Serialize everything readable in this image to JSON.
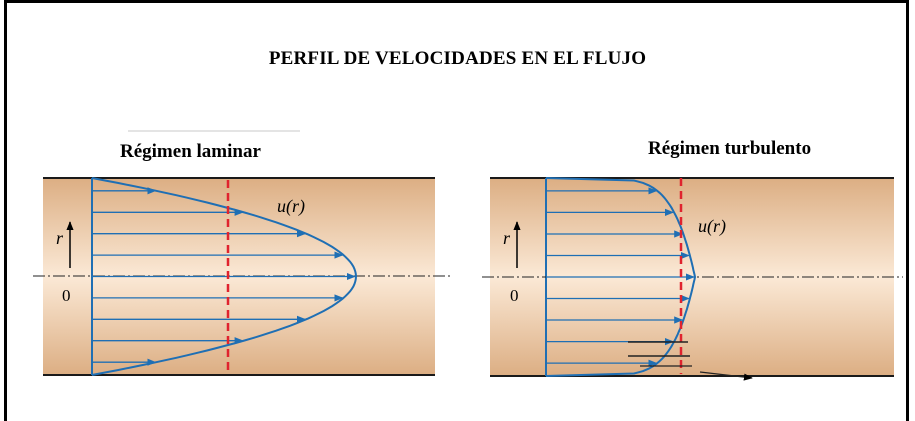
{
  "title": "PERFIL DE VELOCIDADES EN EL FLUJO",
  "panels": {
    "laminar": {
      "heading": "Régimen laminar",
      "velocity_label": "u(r)",
      "radius_label": "r",
      "origin_label": "0"
    },
    "turbulent": {
      "heading": "Régimen turbulento",
      "velocity_label": "u(r)",
      "radius_label": "r",
      "origin_label": "0"
    }
  },
  "colors": {
    "pipe_light": "#fbe9d6",
    "pipe_dark": "#dcae83",
    "arrow": "#1f6fb4",
    "reference_line": "#e0232e",
    "wall": "#1a1a1a"
  }
}
